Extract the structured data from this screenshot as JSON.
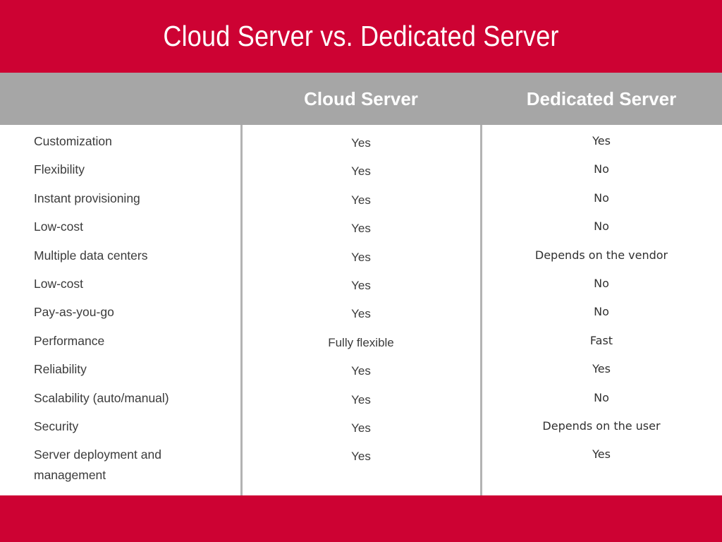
{
  "slide": {
    "title": "Cloud Server vs. Dedicated Server",
    "accent_color": "#cd0233",
    "header_band_color": "#a6a6a6",
    "divider_color": "#b3b3b3",
    "text_color": "#3b3b3b"
  },
  "table": {
    "columns": [
      {
        "key": "feature",
        "label": ""
      },
      {
        "key": "cloud",
        "label": "Cloud Server"
      },
      {
        "key": "dedicated",
        "label": "Dedicated Server"
      }
    ],
    "rows": [
      {
        "feature": "Customization",
        "cloud": "Yes",
        "dedicated": "Yes"
      },
      {
        "feature": "Flexibility",
        "cloud": "Yes",
        "dedicated": "No"
      },
      {
        "feature": "Instant provisioning",
        "cloud": "Yes",
        "dedicated": "No"
      },
      {
        "feature": "Low-cost",
        "cloud": "Yes",
        "dedicated": "No"
      },
      {
        "feature": "Multiple data centers",
        "cloud": "Yes",
        "dedicated": "Depends on the vendor"
      },
      {
        "feature": "Low-cost",
        "cloud": "Yes",
        "dedicated": "No"
      },
      {
        "feature": "Pay-as-you-go",
        "cloud": "Yes",
        "dedicated": "No"
      },
      {
        "feature": "Performance",
        "cloud": "Fully flexible",
        "dedicated": "Fast"
      },
      {
        "feature": "Reliability",
        "cloud": "Yes",
        "dedicated": "Yes"
      },
      {
        "feature": "Scalability (auto/manual)",
        "cloud": "Yes",
        "dedicated": "No"
      },
      {
        "feature": "Security",
        "cloud": "Yes",
        "dedicated": "Depends on the user"
      },
      {
        "feature": "Server deployment and management",
        "cloud": "Yes",
        "dedicated": "Yes"
      }
    ]
  }
}
